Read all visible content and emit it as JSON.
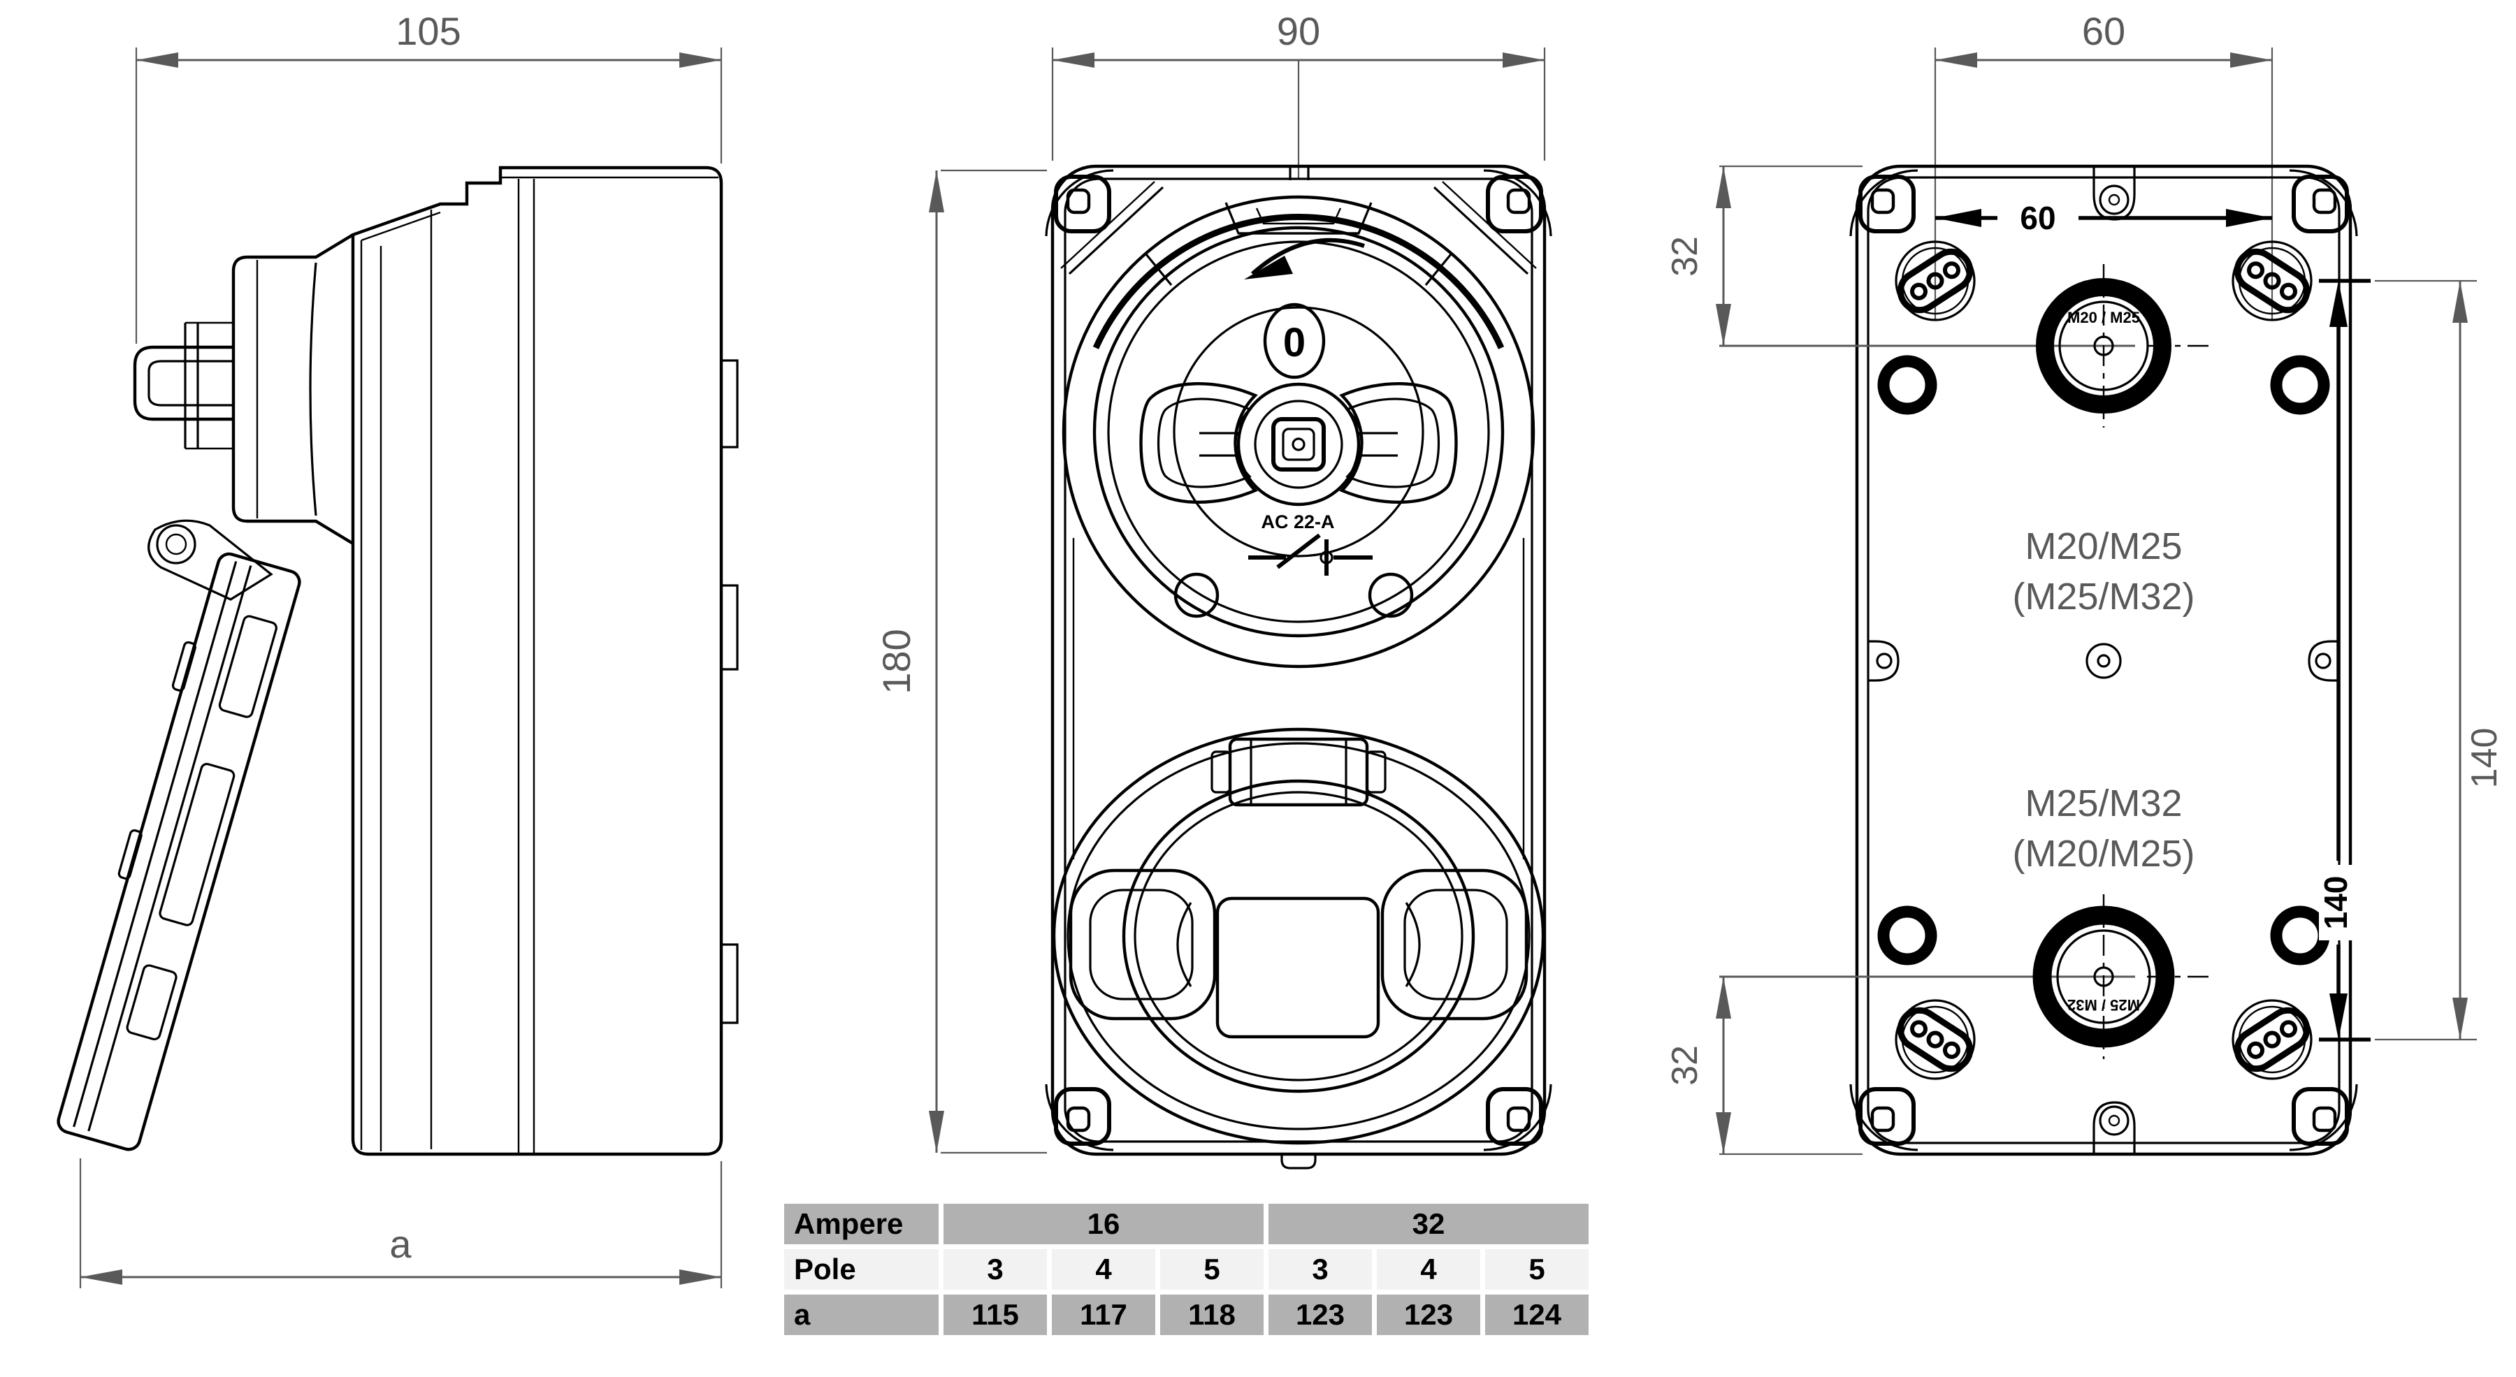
{
  "drawing": {
    "side_view": {
      "width_dim": "105",
      "depth_dim": "a"
    },
    "front_view": {
      "width_dim": "90",
      "height_dim": "180",
      "switch_position": "0",
      "switch_rating": "AC 22-A"
    },
    "back_view": {
      "top_span_dim": "60",
      "inner_span_dim": "60",
      "top_offset_dim": "32",
      "bottom_offset_dim": "32",
      "inner_height_dim": "140",
      "outer_height_dim": "140",
      "knockout_top_text": "M20 / M25",
      "knockout_bottom_text": "M25 / M32",
      "gland_top_line1": "M20/M25",
      "gland_top_line2": "(M25/M32)",
      "gland_bottom_line1": "M25/M32",
      "gland_bottom_line2": "(M20/M25)"
    }
  },
  "table": {
    "ampere": {
      "label": "Ampere",
      "amp16": "16",
      "amp32": "32"
    },
    "pole": {
      "label": "Pole",
      "values": [
        "3",
        "4",
        "5",
        "3",
        "4",
        "5"
      ]
    },
    "a": {
      "label": "a",
      "values": [
        "115",
        "117",
        "118",
        "123",
        "123",
        "124"
      ]
    }
  },
  "colors": {
    "line": "#000000",
    "dimension": "#595959",
    "table_header_bg": "#b1b1b1",
    "table_light_bg": "#f2f2f2",
    "background": "#ffffff"
  }
}
